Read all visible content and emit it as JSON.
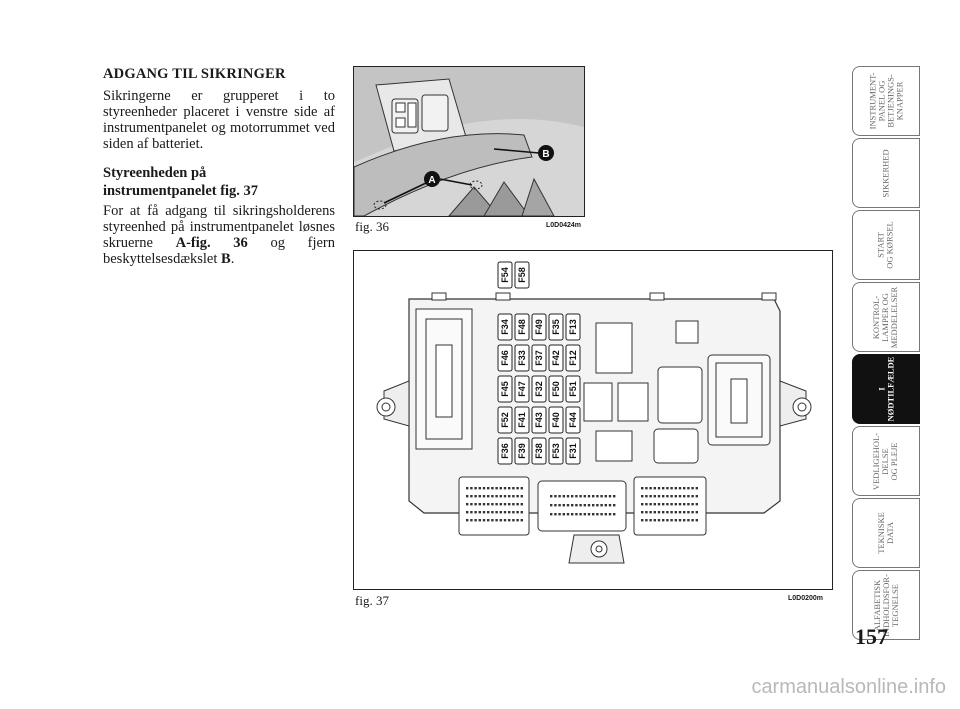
{
  "section": {
    "heading": "ADGANG TIL SIKRINGER",
    "intro": "Sikringerne er grupperet i to styreenheder placeret i venstre side af instrumentpanelet og motorrummet ved siden af batteriet.",
    "subheading_line1": "Styreenheden på",
    "subheading_line2": "instrumentpanelet fig. 37",
    "body_pre": "For at få adgang til sikringsholderens styreenhed på instrumentpanelet løsnes skruerne ",
    "body_ref": "A-fig. 36",
    "body_mid": " og fjern beskyttelsesdækslet ",
    "body_ref2": "B",
    "body_end": "."
  },
  "fig36": {
    "label": "fig. 36",
    "code": "L0D0424m",
    "callout_a": "A",
    "callout_b": "B"
  },
  "fig37": {
    "label": "fig. 37",
    "code": "L0D0200m",
    "top_fuses": [
      "F54",
      "F58"
    ],
    "fuse_rows": [
      [
        "F34",
        "F48",
        "F49",
        "F35",
        "F13"
      ],
      [
        "F46",
        "F33",
        "F37",
        "F42",
        "F12"
      ],
      [
        "F45",
        "F47",
        "F32",
        "F50",
        "F51"
      ],
      [
        "F52",
        "F41",
        "F43",
        "F40",
        "F44"
      ],
      [
        "F36",
        "F39",
        "F38",
        "F53",
        "F31"
      ]
    ]
  },
  "tabs": [
    "INSTRUMENT-\nPANEL OG\nBETJENINGS-\nKNAPPER",
    "SIKKERHED",
    "START\nOG KØRSEL",
    "KONTROL-\nLAMPER OG\nMEDDELELSER",
    "I\nNØDTILFÆLDE",
    "VEDLIGEHOL-\nDELSE\nOG PLEJE",
    "TEKNISKE\nDATA",
    "ALFABETISK\nINDHOLDSFOR-\nTEGNELSE"
  ],
  "active_tab": 4,
  "page_number": "157",
  "watermark": "carmanualsonline.info"
}
